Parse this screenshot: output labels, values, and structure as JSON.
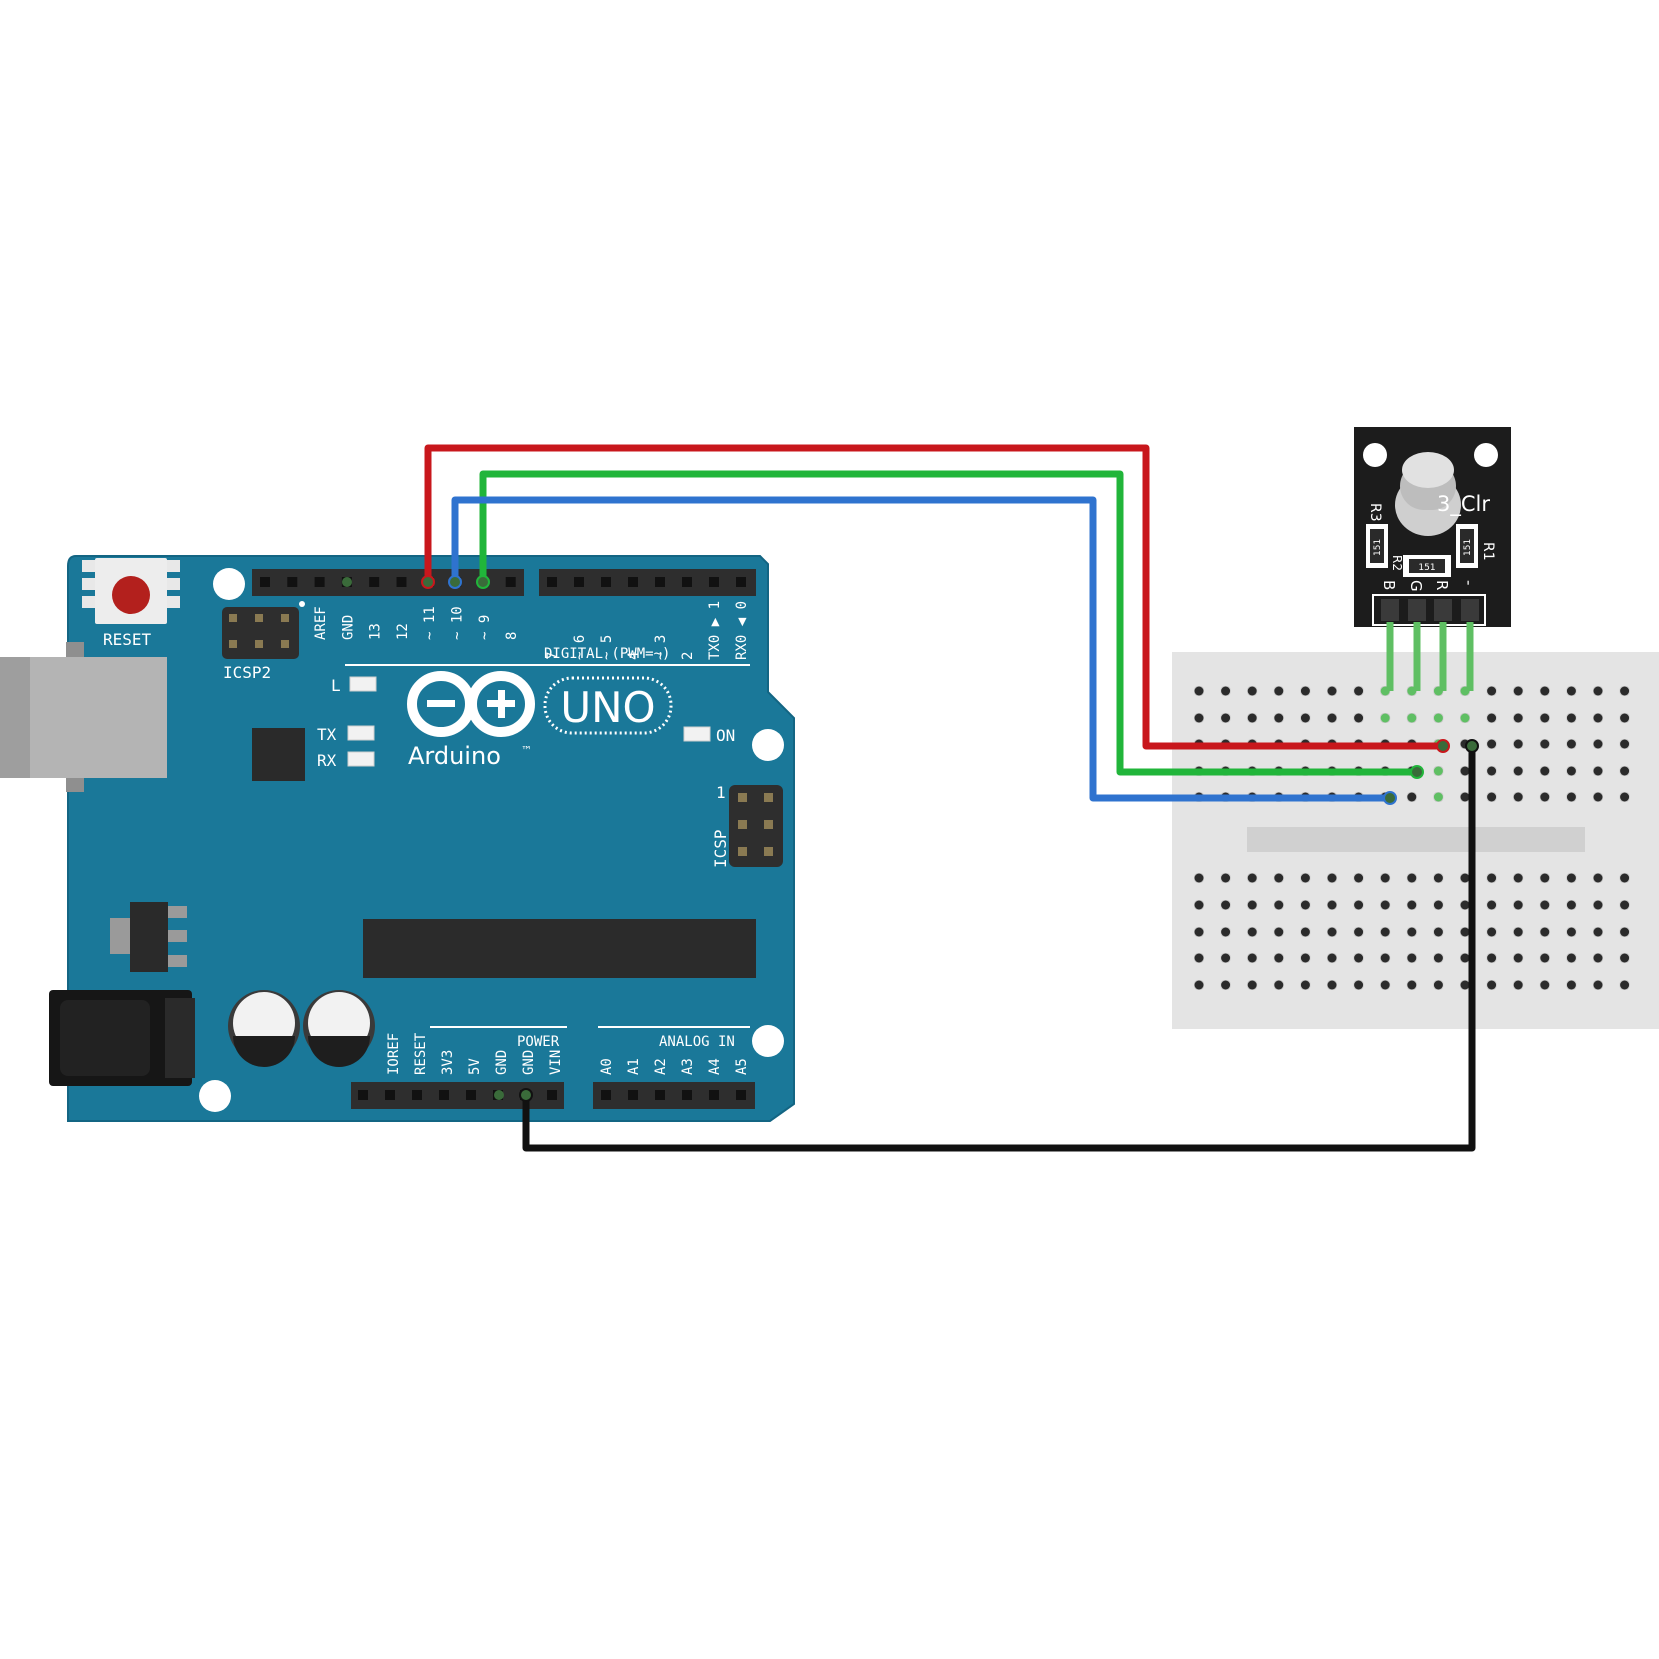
{
  "colors": {
    "board": "#1a7899",
    "board_edge": "#136583",
    "header": "#2e2e2e",
    "pin_hole": "#111111",
    "breadboard": "#e4e4e4",
    "breadboard_hole": "#2b2b2b",
    "module": "#1c1c1c",
    "wire_red": "#c8171c",
    "wire_green": "#21b53a",
    "wire_blue": "#2f73cf",
    "wire_black": "#111111",
    "lead_green": "#5fbf63"
  },
  "arduino": {
    "reset_label": "RESET",
    "icsp2_label": "ICSP2",
    "icsp_label": "ICSP",
    "icsp_pin1_label": "1",
    "led_l_label": "L",
    "led_tx_label": "TX",
    "led_rx_label": "RX",
    "led_on_label": "ON",
    "brand_label": "Arduino",
    "trademark": "™",
    "model_label": "UNO",
    "digital_label": "DIGITAL (PWM=~)",
    "power_label": "POWER",
    "analog_label": "ANALOG IN",
    "digital_pins_left": [
      "AREF",
      "GND",
      "13",
      "12",
      "~ 11",
      "~ 10",
      "~ 9",
      "8"
    ],
    "digital_pins_right": [
      "7",
      "~ 6",
      "~ 5",
      "4",
      "~ 3",
      "2",
      "TX0 ▶ 1",
      "RX0 ◀ 0"
    ],
    "power_pins": [
      "IOREF",
      "RESET",
      "3V3",
      "5V",
      "GND",
      "GND",
      "VIN"
    ],
    "analog_pins": [
      "A0",
      "A1",
      "A2",
      "A3",
      "A4",
      "A5"
    ]
  },
  "rgb_module": {
    "name_label": "3_Clr",
    "r1_label": "R1",
    "r2_label": "R2",
    "r3_label": "R3",
    "resistor_value": "151",
    "pin_labels": [
      "B",
      "G",
      "R",
      "-"
    ]
  },
  "wires": [
    {
      "color": "red",
      "from": "~ 11",
      "to": "R"
    },
    {
      "color": "green",
      "from": "~ 9",
      "to": "G"
    },
    {
      "color": "blue",
      "from": "~ 10",
      "to": "B"
    },
    {
      "color": "black",
      "from": "GND",
      "to": "-"
    }
  ]
}
